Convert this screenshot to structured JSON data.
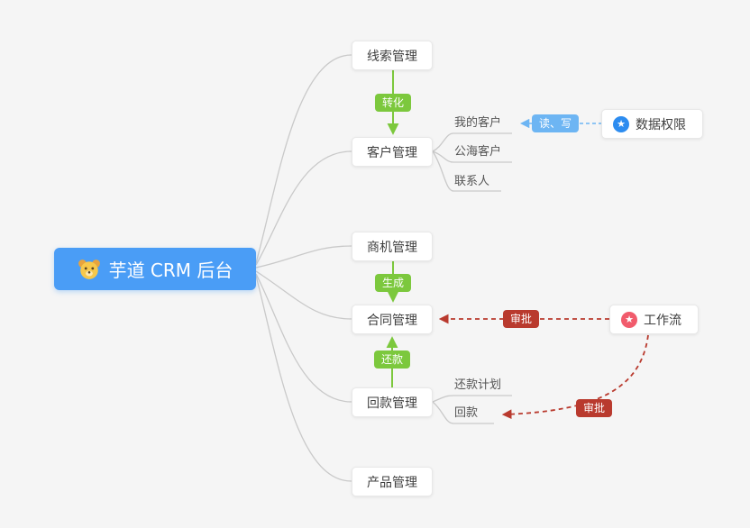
{
  "root": {
    "label": "芋道 CRM 后台"
  },
  "nodes": {
    "leads": {
      "label": "线索管理"
    },
    "customer": {
      "label": "客户管理"
    },
    "business": {
      "label": "商机管理"
    },
    "contract": {
      "label": "合同管理"
    },
    "receivable": {
      "label": "回款管理"
    },
    "product": {
      "label": "产品管理"
    }
  },
  "children": {
    "my_customer": {
      "label": "我的客户"
    },
    "public_customer": {
      "label": "公海客户"
    },
    "contact": {
      "label": "联系人"
    },
    "repayment_plan": {
      "label": "还款计划"
    },
    "receipt": {
      "label": "回款"
    }
  },
  "edge_labels": {
    "convert": {
      "label": "转化"
    },
    "generate": {
      "label": "生成"
    },
    "repay": {
      "label": "还款"
    },
    "read_write": {
      "label": "读、写"
    },
    "approve_contract": {
      "label": "审批"
    },
    "approve_receipt": {
      "label": "审批"
    }
  },
  "side_nodes": {
    "data_permission": {
      "label": "数据权限",
      "icon": "star-icon"
    },
    "workflow": {
      "label": "工作流",
      "icon": "star-icon"
    }
  },
  "colors": {
    "background": "#f5f5f5",
    "root_bg": "#4a9df6",
    "green": "#7cc83d",
    "red": "#b93a2e",
    "blue_label": "#6db5f3",
    "star_blue": "#2d8cf0",
    "star_red": "#f15b6c",
    "connector_gray": "#c9c9c9"
  }
}
